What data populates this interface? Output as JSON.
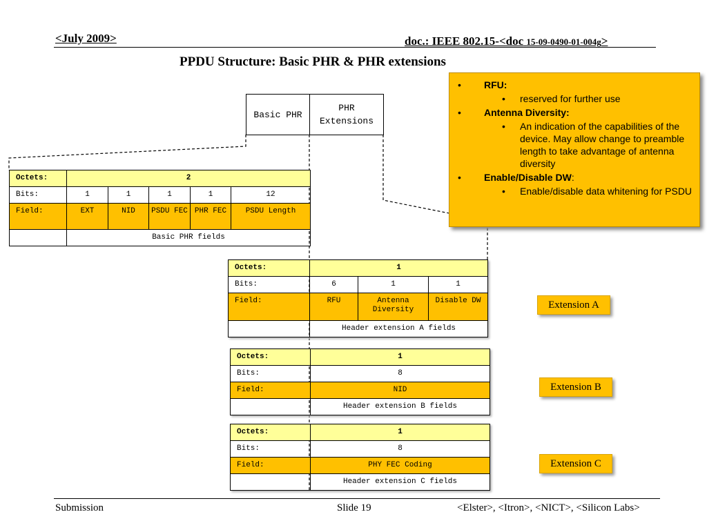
{
  "header": {
    "date": "<July 2009>",
    "doc_prefix": "doc.: IEEE 802.15-<doc",
    "doc_number": "15-09-0490-01-004g",
    "doc_suffix": ">"
  },
  "title": "PPDU Structure: Basic PHR & PHR extensions",
  "top_boxes": {
    "basic": "Basic PHR",
    "extensions": "PHR Extensions"
  },
  "basic_table": {
    "octets_label": "Octets:",
    "octets_value": "2",
    "bits_label": "Bits:",
    "bits": [
      "1",
      "1",
      "1",
      "1",
      "12"
    ],
    "field_label": "Field:",
    "fields": [
      "EXT",
      "NID",
      "PSDU FEC",
      "PHR FEC",
      "PSDU Length"
    ],
    "caption": "Basic PHR fields"
  },
  "ext_a_table": {
    "octets_label": "Octets:",
    "octets_value": "1",
    "bits_label": "Bits:",
    "bits": [
      "6",
      "1",
      "1"
    ],
    "field_label": "Field:",
    "fields": [
      "RFU",
      "Antenna Diversity",
      "Disable DW"
    ],
    "caption": "Header extension A fields"
  },
  "ext_b_table": {
    "octets_label": "Octets:",
    "octets_value": "1",
    "bits_label": "Bits:",
    "bits_value": "8",
    "field_label": "Field:",
    "field_value": "NID",
    "caption": "Header extension B fields"
  },
  "ext_c_table": {
    "octets_label": "Octets:",
    "octets_value": "1",
    "bits_label": "Bits:",
    "bits_value": "8",
    "field_label": "Field:",
    "field_value": "PHY FEC Coding",
    "caption": "Header extension C fields"
  },
  "extension_labels": {
    "a": "Extension A",
    "b": "Extension B",
    "c": "Extension C"
  },
  "callout": {
    "rfu_title": "RFU:",
    "rfu_text": "reserved for further use",
    "ad_title": "Antenna Diversity:",
    "ad_text": "An indication of the capabilities of the device. May allow change to preamble length to take advantage of antenna diversity",
    "dw_title": "Enable/Disable DW",
    "dw_colon": ":",
    "dw_text": "Enable/disable data whitening for PSDU"
  },
  "footer": {
    "left": "Submission",
    "center": "Slide 19",
    "right": "<Elster>, <Itron>, <NICT>, <Silicon Labs>"
  },
  "colors": {
    "orange": "#ffc000",
    "light_yellow": "#ffff99"
  }
}
